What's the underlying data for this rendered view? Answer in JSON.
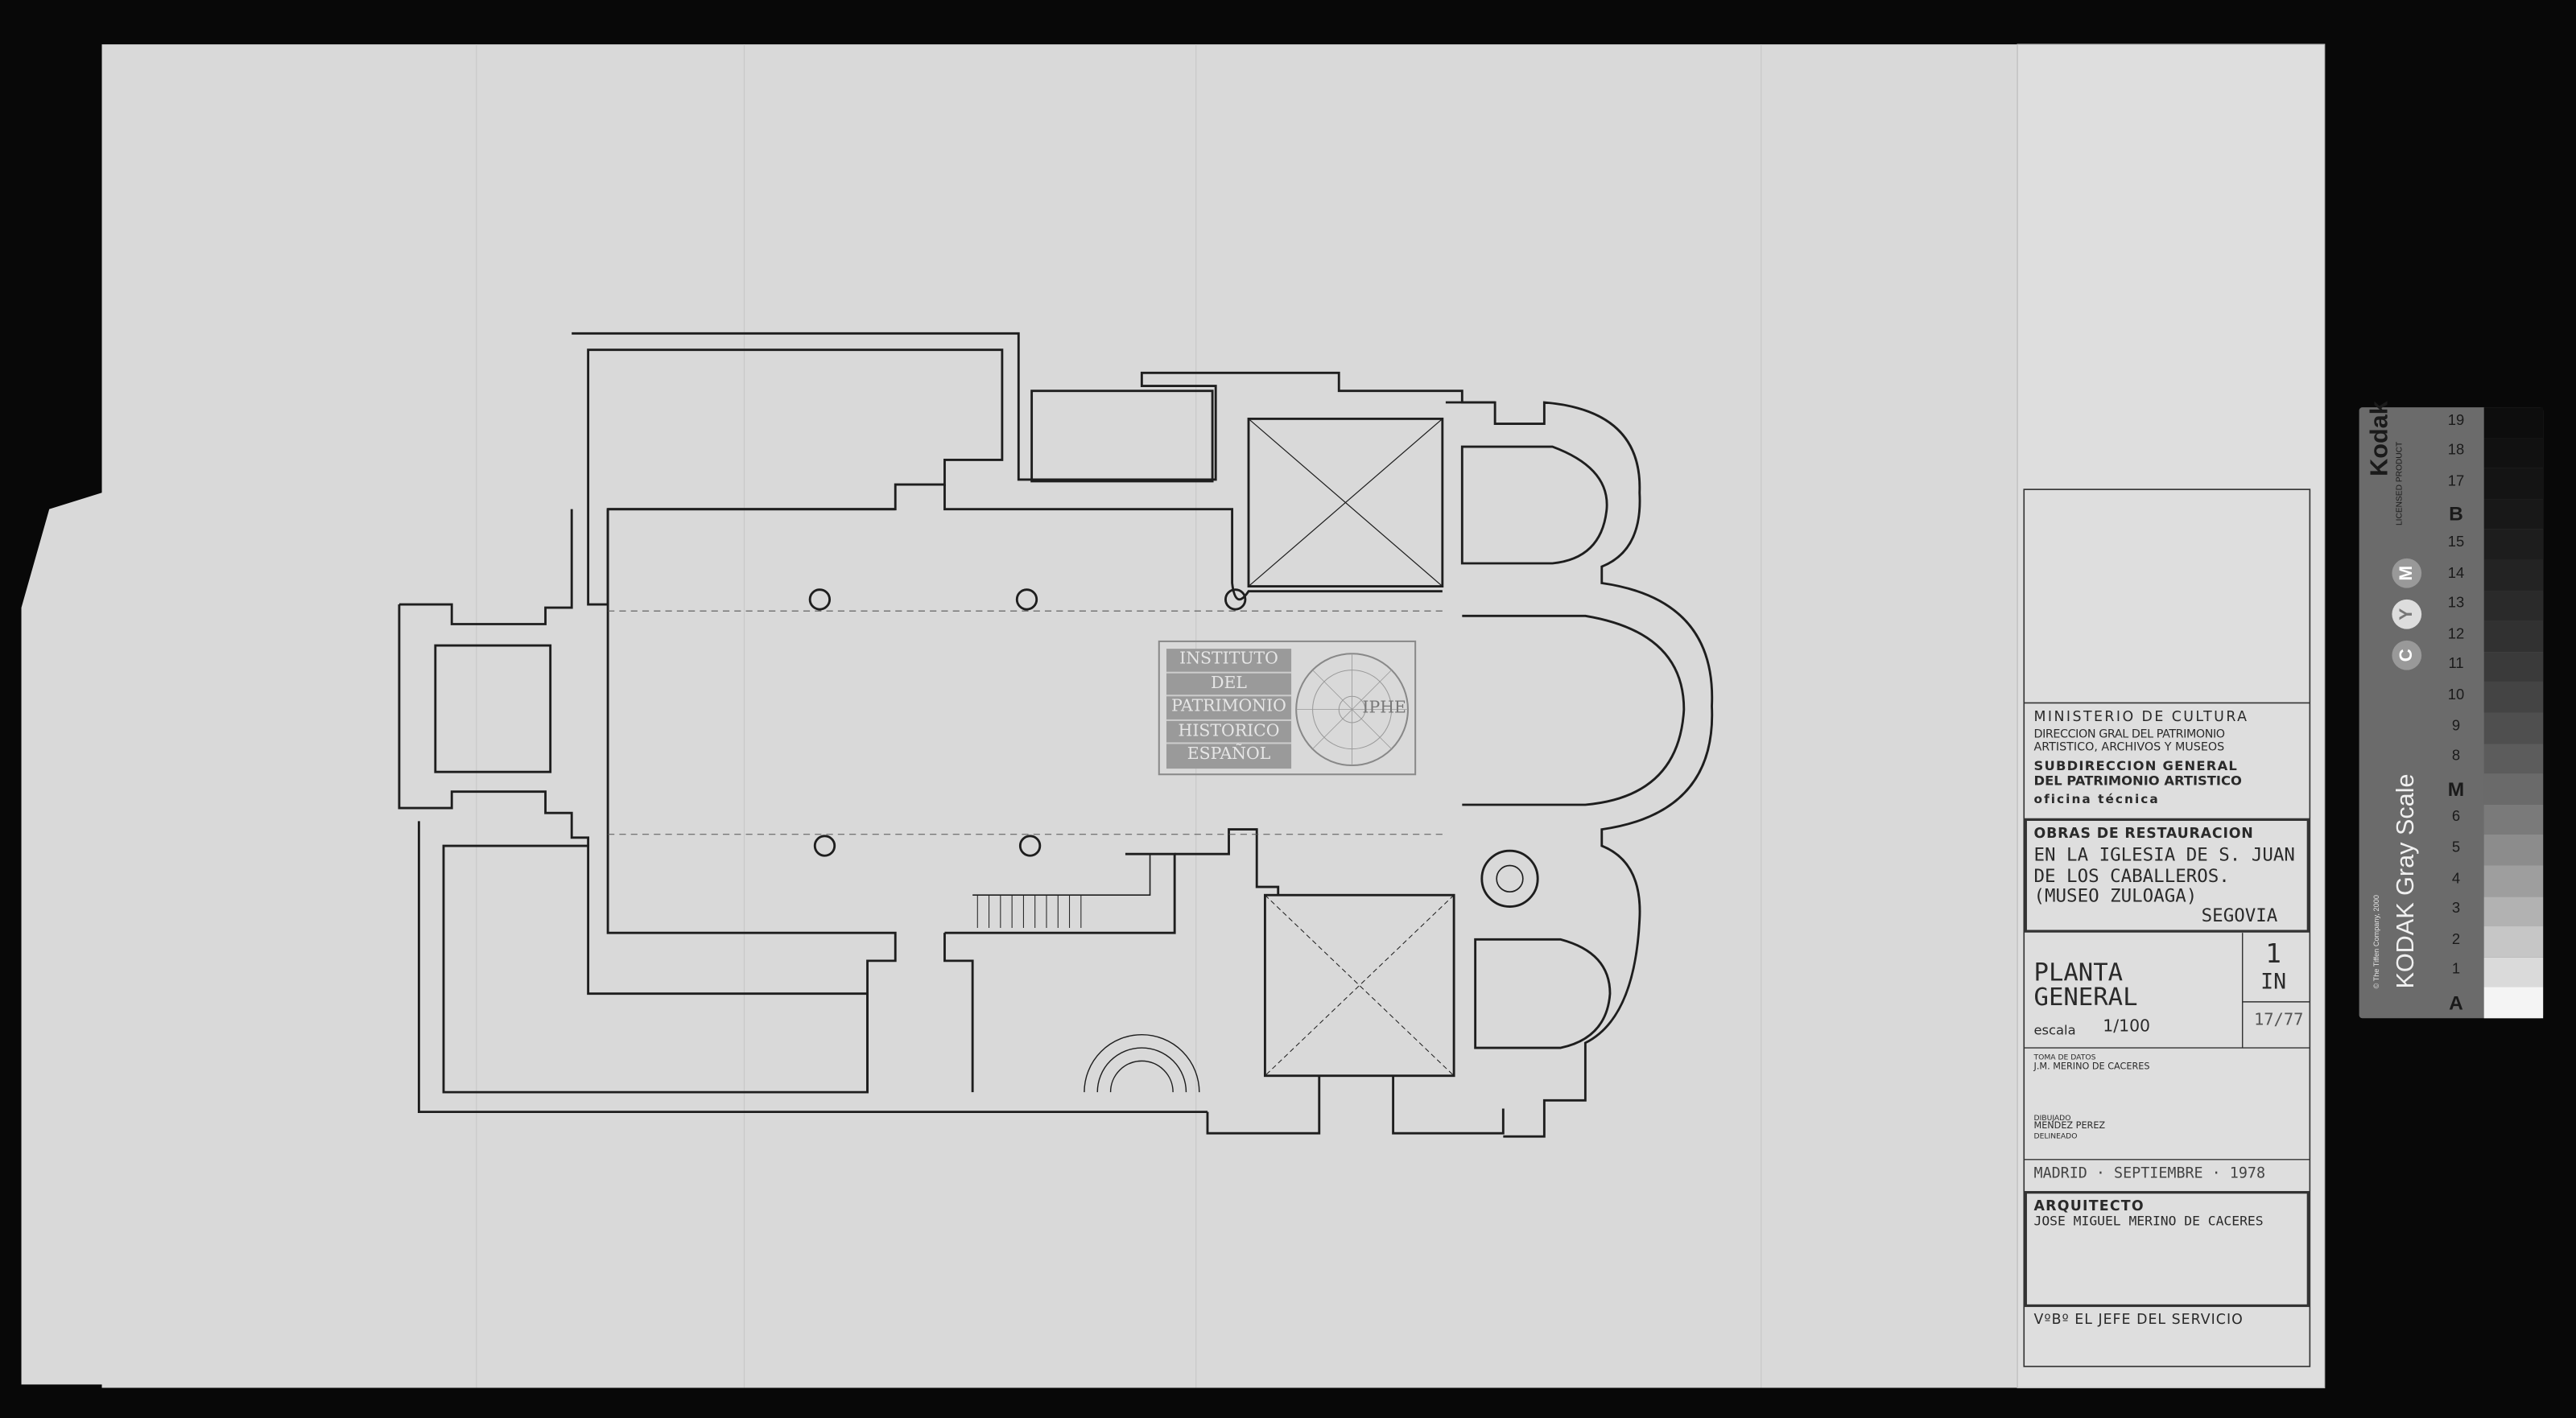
{
  "stamp": {
    "lines": [
      "INSTITUTO",
      "DEL",
      "PATRIMONIO",
      "HISTORICO",
      "ESPAÑOL"
    ],
    "logo": "IPHE"
  },
  "title_block": {
    "ministry": "MINISTERIO DE CULTURA",
    "direccion_1": "DIRECCION GRAL DEL PATRIMONIO",
    "direccion_2": "ARTISTICO, ARCHIVOS Y MUSEOS",
    "subdireccion_1": "SUBDIRECCION GENERAL",
    "subdireccion_2": "DEL PATRIMONIO ARTISTICO",
    "oficina": "oficina técnica",
    "project_1": "OBRAS DE RESTAURACION",
    "project_2": "EN LA IGLESIA DE S. JUAN",
    "project_3": "DE LOS CABALLEROS.",
    "project_4": "(MUSEO ZULOAGA)",
    "project_5": "SEGOVIA",
    "drawing_1": "PLANTA",
    "drawing_2": "GENERAL",
    "sheet_number": "1",
    "sheet_code": "IN",
    "sheet_ref": "17/77",
    "scale_label": "escala",
    "scale_value": "1/100",
    "toma_label": "TOMA DE DATOS",
    "toma_value": "J.M. MERINO DE CACERES",
    "dibujado_label": "DIBUJADO",
    "dibujado_value": "MENDEZ PEREZ",
    "delineado_label": "DELINEADO",
    "date": "MADRID · SEPTIEMBRE · 1978",
    "architect_label": "ARQUITECTO",
    "architect_name": "JOSE MIGUEL MERINO DE CACERES",
    "approval": "VºBº EL JEFE DEL SERVICIO"
  },
  "kodak": {
    "brand": "Kodak",
    "licensed": "LICENSED PRODUCT",
    "title": "KODAK Gray Scale",
    "copyright": "© The Tiffen Company, 2000",
    "cym": [
      "C",
      "Y",
      "M"
    ],
    "scale_labels": [
      "A",
      "1",
      "2",
      "3",
      "4",
      "5",
      "6",
      "M",
      "8",
      "9",
      "10",
      "11",
      "12",
      "13",
      "14",
      "15",
      "B",
      "17",
      "18",
      "19"
    ],
    "patch_colors": [
      "#f4f4f4",
      "#dadada",
      "#c6c6c6",
      "#b2b2b2",
      "#9e9e9e",
      "#8c8c8c",
      "#7a7a7a",
      "#6a6a6a",
      "#5c5c5c",
      "#4f4f4f",
      "#444444",
      "#3a3a3a",
      "#313131",
      "#2a2a2a",
      "#232323",
      "#1d1d1d",
      "#181818",
      "#141414",
      "#111111",
      "#0d0d0d"
    ]
  }
}
